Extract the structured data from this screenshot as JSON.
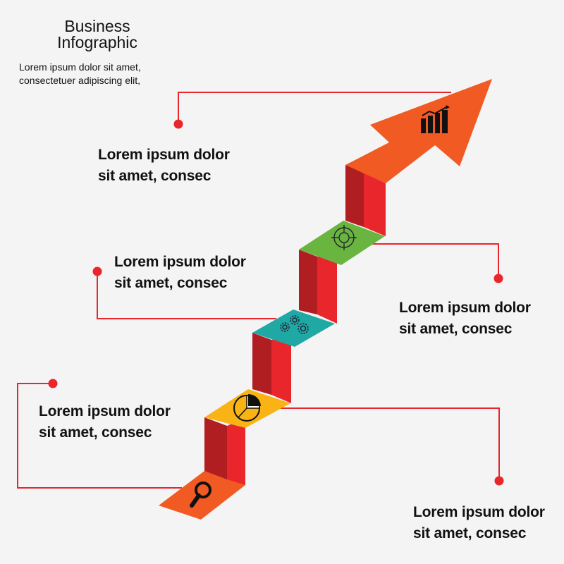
{
  "header": {
    "title_line1": "Business",
    "title_line2": "Infographic",
    "intro_line1": "Lorem ipsum dolor sit amet,",
    "intro_line2": "consectetuer adipiscing elit,"
  },
  "steps": [
    {
      "line1": "Lorem ipsum dolor",
      "line2": "sit amet, consec",
      "icon": "bar-chart-icon",
      "color": "#f15a22"
    },
    {
      "line1": "Lorem ipsum dolor",
      "line2": "sit amet, consec",
      "icon": "gears-icon",
      "color": "#1fa8a4"
    },
    {
      "line1": "Lorem ipsum dolor",
      "line2": "sit amet, consec",
      "icon": "target-icon",
      "color": "#6ab540"
    },
    {
      "line1": "Lorem ipsum dolor",
      "line2": "sit amet, consec",
      "icon": "magnifier-icon",
      "color": "#f15a22"
    },
    {
      "line1": "Lorem ipsum dolor",
      "line2": "sit amet, consec",
      "icon": "pie-chart-icon",
      "color": "#f9b314"
    }
  ],
  "colors": {
    "riser": "#e8262c",
    "connector": "#e8262c",
    "arrow": "#f15a22",
    "background": "#f4f4f4"
  }
}
